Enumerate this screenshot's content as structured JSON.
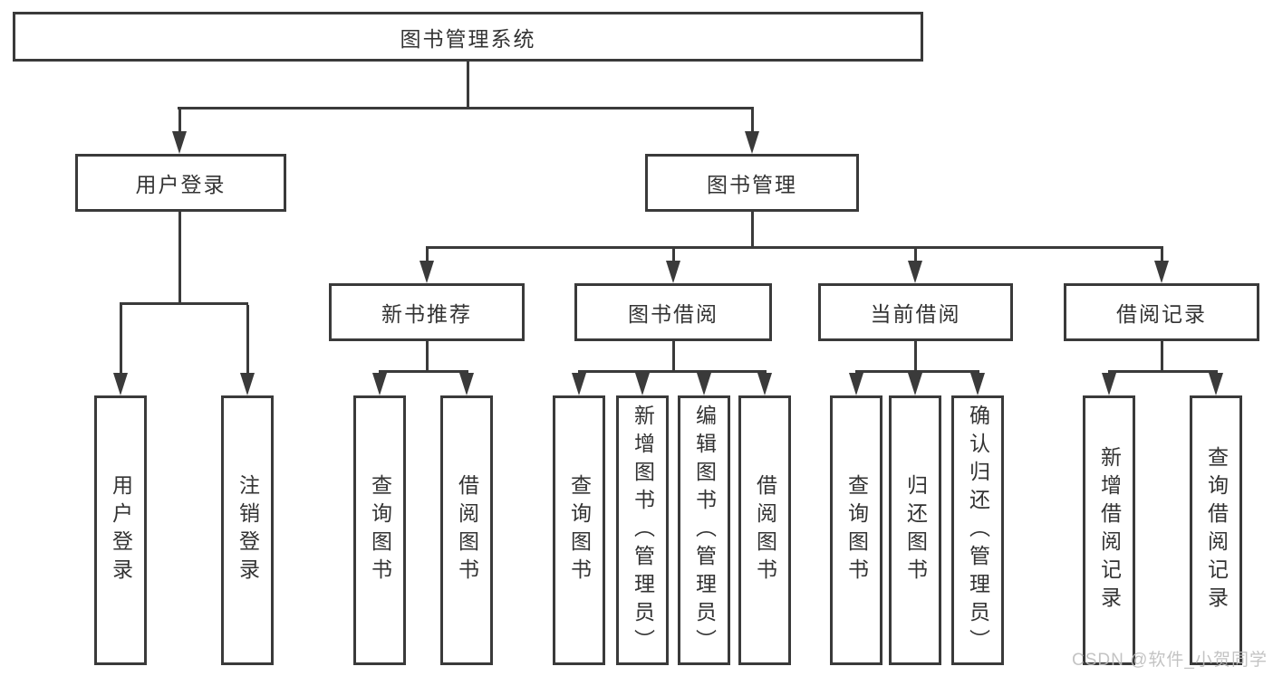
{
  "nodes": {
    "root": "图书管理系统",
    "level1": [
      "用户登录",
      "图书管理"
    ],
    "level2": [
      "新书推荐",
      "图书借阅",
      "当前借阅",
      "借阅记录"
    ],
    "leaves": {
      "user_login": [
        "用户登录",
        "注销登录"
      ],
      "new_books": [
        "查询图书",
        "借阅图书"
      ],
      "book_borrowing": [
        "查询图书",
        "新增图书（管理员）",
        "编辑图书（管理员）",
        "借阅图书"
      ],
      "current_borrowing": [
        "查询图书",
        "归还图书",
        "确认归还（管理员）"
      ],
      "borrowing_records": [
        "新增借阅记录",
        "查询借阅记录"
      ]
    }
  },
  "watermark": "CSDN @软件_小贺同学",
  "colors": {
    "line": "#3a3a3a",
    "text": "#333333",
    "background": "#ffffff",
    "watermark": "#bdbdbd"
  }
}
